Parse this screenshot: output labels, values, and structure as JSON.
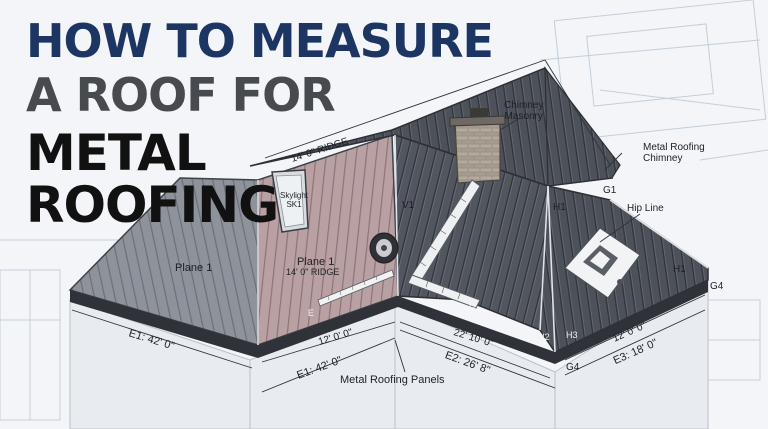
{
  "title": {
    "line1": "HOW TO MEASURE",
    "line2": "A ROOF FOR",
    "line3": "METAL",
    "line4": "ROOFING"
  },
  "labels": {
    "ridge_main": "14' 0\" RIDGE",
    "chimney_masonry": "Chimney\nMasonry",
    "metal_roofing_chimney": "Metal Roofing\nChimney",
    "g1": "G1",
    "hip_line": "Hip Line",
    "skylight": "Skylight\nSK1",
    "v1": "V1",
    "h1_top": "H1",
    "h1_right": "H1",
    "plane1_left": "Plane 1",
    "plane1_center": "Plane 1",
    "plane1_ridge": "14' 0\" RIDGE",
    "e_left": "E",
    "e_center": "E",
    "g4_top": "G4",
    "h2": "H2",
    "h3": "H3",
    "g4_bottom": "G4",
    "dim_12_left": "12' 0' 0\"",
    "dim_22_10": "22' 10' 0\"",
    "dim_12_right": "12' 0' 0\"",
    "e1_left": "E1: 42' 0\"",
    "e1_center": "E1: 42' 0\"",
    "e2": "E2: 26' 8\"",
    "e3": "E3: 18' 0\"",
    "panels": "Metal Roofing Panels"
  },
  "colors": {
    "title_blue": "#1c3563",
    "title_gray": "#474a4f",
    "title_black": "#111111",
    "roof_dark": "#4c5058",
    "roof_light": "#8a8f98",
    "roof_pink": "#b79a9c",
    "blueprint_line": "#b7c4d4"
  },
  "icons": [
    "tape-measure-icon",
    "framing-square-icon",
    "chimney-icon",
    "skylight-icon"
  ]
}
